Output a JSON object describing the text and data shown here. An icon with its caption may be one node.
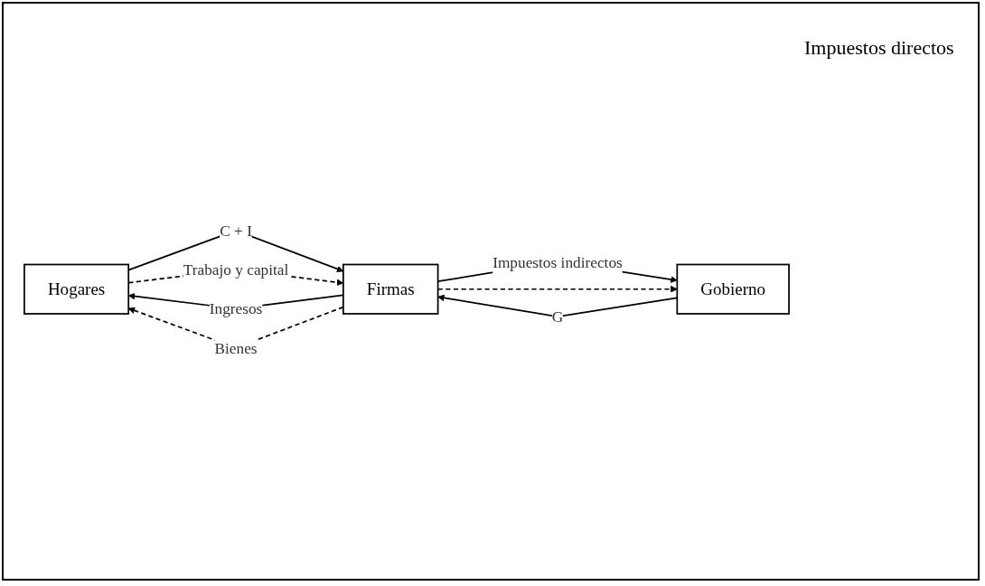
{
  "diagram": {
    "nodes": [
      {
        "text": [
          "Hogares"
        ]
      },
      {
        "text": [
          "Gobierno"
        ]
      },
      {
        "text": [
          "Firmas"
        ]
      }
    ],
    "edges": [
      {
        "from": 2,
        "to": 0,
        "arrow": "to",
        "label": "Ingresos"
      },
      {
        "from": 2,
        "to": 1,
        "arrow": "to",
        "label": "Impuestos indirectos"
      },
      {
        "from": 0,
        "to": 2,
        "arrow": "to",
        "label": "C + I"
      },
      {
        "from": 1,
        "to": 2,
        "arrow": "to",
        "label": "G"
      },
      {
        "from": 0,
        "to": 2,
        "arrow": "to",
        "label": "Trabajo y capital",
        "style": "dashed"
      },
      {
        "from": 2,
        "to": 0,
        "arrow": "to",
        "label": "Bienes",
        "style": "dashed"
      },
      {
        "from": 2,
        "to": 1,
        "arrow": "to",
        "style": "dashed"
      }
    ],
    "labels": [
      "Impuestos directos"
    ]
  }
}
